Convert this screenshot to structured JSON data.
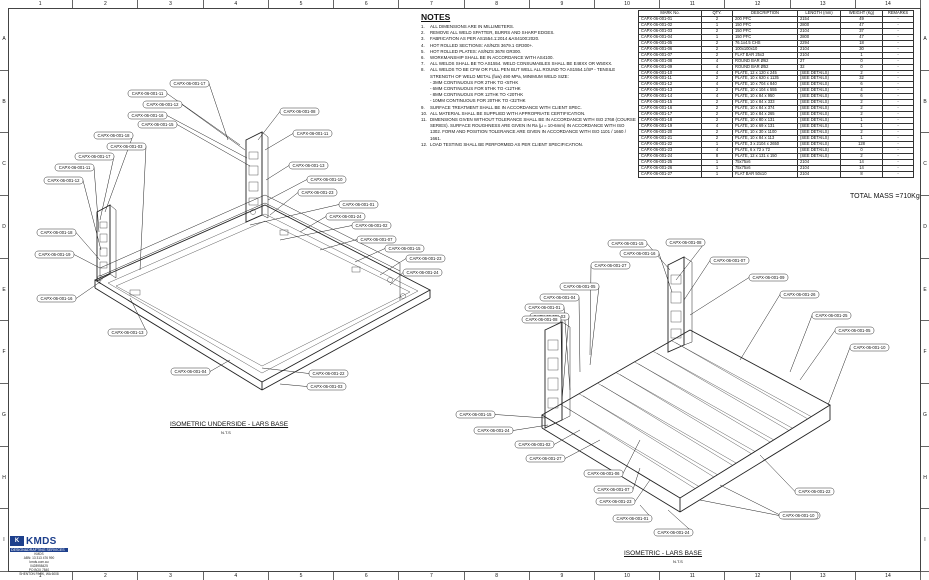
{
  "zones": {
    "cols": [
      "1",
      "2",
      "3",
      "4",
      "5",
      "6",
      "7",
      "8",
      "9",
      "10",
      "11",
      "12",
      "13",
      "14"
    ],
    "rows": [
      "A",
      "B",
      "C",
      "D",
      "E",
      "F",
      "G",
      "H",
      "I"
    ]
  },
  "notes": {
    "title": "NOTES",
    "items": [
      {
        "n": "1.",
        "t": "ALL DIMENSIONS ARE IN MILLIMETERS."
      },
      {
        "n": "2.",
        "t": "REMOVE ALL WELD SPATTER, BURRS AND SHARP EDGES."
      },
      {
        "n": "3.",
        "t": "FABRICATION AS PER AS1554.1:2014 &AS4100:2020."
      },
      {
        "n": "4.",
        "t": "HOT ROLLED SECTIONS: AS/NZS 3679.1 GR300+."
      },
      {
        "n": "5.",
        "t": "HOT ROLLED PLATES: AS/NZS 3678 GR300."
      },
      {
        "n": "6.",
        "t": "WORKMANSHIP SHALL BE IN ACCORDANCE WITH AS4100."
      },
      {
        "n": "7.",
        "t": "ALL WELDS SHALL BE TO AS1554. WELD CONSUMABLES SHALL BE E48XX OR W50XX."
      },
      {
        "n": "8.",
        "t": "ALL WELDS TO BE CFW OR FULL PEN BUT WELL ALL ROUND TO AS1554.1/SP - TENSILE STRENGTH OF WELD METAL (fuw) 490 MPa, MINIMUM WELD SIZE:"
      },
      {
        "n": "",
        "t": "- 3MM CONTINUOUS FOR 2THK TO <5THK"
      },
      {
        "n": "",
        "t": "- 6MM CONTINUOUS FOR 5THK TO <12THK"
      },
      {
        "n": "",
        "t": "- 8MM CONTINUOUS FOR 12THK TO <20THK"
      },
      {
        "n": "",
        "t": "- 10MM CONTINUOUS FOR 20THK TO <32THK"
      },
      {
        "n": "9.",
        "t": "SURFACE TREATMENT SHALL BE IN ACCORDANCE WITH CLIENT SPEC."
      },
      {
        "n": "10.",
        "t": "ALL MATERIAL SHALL BE SUPPLIED WITH APPROPRIATE CERTIFICATION."
      },
      {
        "n": "11.",
        "t": "DIMENSIONS GIVEN WITHOUT TOLERANCE SHALL BE IN ACCORDANCE WITH ISO 2768 (COURSE SERIES). SURFACE ROUGHNESS ARE GIVEN IN Ra (µ = 10-6mm) IN ACCORDANCE WITH ISO 1302. FORM AND POSITION TOLERANCE ARE GIVEN IN ACCORDANCE WITH ISO 1101 / 1660 / 1661."
      },
      {
        "n": "12.",
        "t": "LOAD TESTING SHALL BE PERFORMED AS PER CLIENT SPECIFICATION."
      }
    ]
  },
  "bom": {
    "headers": [
      "MARK No.",
      "QTY.",
      "DESCRIPTION",
      "LENGTH (mm)",
      "WEIGHT (Kg)",
      "REMARKS"
    ],
    "rows": [
      [
        "CAPX-06-001-01",
        "2",
        "200 PFC",
        "2154",
        "49",
        "-"
      ],
      [
        "CAPX-06-001-02",
        "1",
        "150 PFC",
        "2800",
        "47",
        "-"
      ],
      [
        "CAPX-06-001-03",
        "2",
        "150 PFC",
        "2104",
        "37",
        "-"
      ],
      [
        "CAPX-06-001-04",
        "1",
        "150 PFC",
        "2800",
        "47",
        "-"
      ],
      [
        "CAPX-06-001-05",
        "2",
        "76.1x4.5 CHS",
        "2294",
        "18",
        "-"
      ],
      [
        "CAPX-06-001-06",
        "2",
        "100x100x10",
        "2104",
        "30",
        "-"
      ],
      [
        "CAPX-06-001-07",
        "2",
        "FLAT BAR 25x3",
        "2104",
        "1",
        "-"
      ],
      [
        "CAPX-06-001-08",
        "4",
        "ROUND BAR Ø62",
        "27",
        "0",
        "-"
      ],
      [
        "CAPX-06-001-09",
        "4",
        "ROUND BAR Ø52",
        "32",
        "0",
        "-"
      ],
      [
        "CAPX-06-001-10",
        "4",
        "PLATE, 12 x 120 x 245",
        "(SEE DETAILS)",
        "2",
        "-"
      ],
      [
        "CAPX-06-001-11",
        "2",
        "PLATE, 10 x 620 x 1135",
        "(SEE DETAILS)",
        "32",
        "-"
      ],
      [
        "CAPX-06-001-12",
        "4",
        "PLATE, 10 x 704 x 840",
        "(SEE DETAILS)",
        "6",
        "-"
      ],
      [
        "CAPX-06-001-13",
        "2",
        "PLATE, 10 x 104 x 555",
        "(SEE DETAILS)",
        "4",
        "-"
      ],
      [
        "CAPX-06-001-14",
        "4",
        "PLATE, 10 x 84 x 950",
        "(SEE DETAILS)",
        "6",
        "-"
      ],
      [
        "CAPX-06-001-15",
        "2",
        "PLATE, 10 x 84 x 333",
        "(SEE DETAILS)",
        "2",
        "-"
      ],
      [
        "CAPX-06-001-16",
        "2",
        "PLATE, 10 x 84 x 374",
        "(SEE DETAILS)",
        "2",
        "-"
      ],
      [
        "CAPX-06-001-17",
        "2",
        "PLATE, 10 x 84 x 265",
        "(SEE DETAILS)",
        "2",
        "-"
      ],
      [
        "CAPX-06-001-18",
        "2",
        "PLATE, 10 x 80 x 131",
        "(SEE DETAILS)",
        "1",
        "-"
      ],
      [
        "CAPX-06-001-19",
        "4",
        "PLATE, 10 x 69 x 131",
        "(SEE DETAILS)",
        "1",
        "-"
      ],
      [
        "CAPX-06-001-20",
        "2",
        "PLATE, 10 x 30 x 1100",
        "(SEE DETAILS)",
        "2",
        "-"
      ],
      [
        "CAPX-06-001-21",
        "2",
        "PLATE, 10 x 84 x 113",
        "(SEE DETAILS)",
        "1",
        "-"
      ],
      [
        "CAPX-06-001-22",
        "1",
        "PLATE, 3 x 2104 x 2650",
        "(SEE DETAILS)",
        "128",
        "-"
      ],
      [
        "CAPX-06-001-23",
        "4",
        "PLATE, 6 x 72 x 72",
        "(SEE DETAILS)",
        "0",
        "-"
      ],
      [
        "CAPX-06-001-24",
        "8",
        "PLATE, 12 x 131 x 150",
        "(SEE DETAILS)",
        "2",
        "-"
      ],
      [
        "CAPX-06-001-25",
        "1",
        "75x75x6",
        "2104",
        "14",
        "-"
      ],
      [
        "CAPX-06-001-26",
        "1",
        "75x75x6",
        "2104",
        "14",
        "-"
      ],
      [
        "CAPX-06-001-27",
        "1",
        "FLAT BAR 50x10",
        "2104",
        "8",
        "-"
      ]
    ]
  },
  "total_mass": "TOTAL MASS =710Kg",
  "view1": {
    "title": "ISOMETRIC UNDERSIDE - LARS BASE",
    "scale": "N.T.S",
    "callouts": [
      "CAPX-06-001-17",
      "CAPX-06-001-11",
      "CAPX-06-001-12",
      "CAPX-06-001-16",
      "CAPX-06-001-15",
      "CAPX-06-001-18",
      "CAPX-06-001-03",
      "CAPX-06-001-17",
      "CAPX-06-001-11",
      "CAPX-06-001-12",
      "CAPX-06-001-08",
      "CAPX-06-001-11",
      "CAPX-06-001-13",
      "CAPX-06-001-10",
      "CAPX-06-001-23",
      "CAPX-06-001-01",
      "CAPX-06-001-24",
      "CAPX-06-001-02",
      "CAPX-06-001-07",
      "CAPX-06-001-15",
      "CAPX-06-001-23",
      "CAPX-06-001-24",
      "CAPX-06-001-18",
      "CAPX-06-001-19",
      "CAPX-06-001-16",
      "CAPX-06-001-13",
      "CAPX-06-001-04",
      "CAPX-06-001-22",
      "CAPX-06-001-03"
    ]
  },
  "view2": {
    "title": "ISOMETRIC - LARS BASE",
    "scale": "N.T.S",
    "callouts": [
      "CAPX-06-001-15",
      "CAPX-06-001-08",
      "CAPX-06-001-16",
      "CAPX-06-001-07",
      "CAPX-06-001-27",
      "CAPX-06-001-09",
      "CAPX-06-001-05",
      "CAPX-06-001-26",
      "CAPX-06-001-04",
      "CAPX-06-001-25",
      "CAPX-06-001-01",
      "CAPX-06-001-03",
      "CAPX-06-001-05",
      "CAPX-06-001-08",
      "CAPX-06-001-10",
      "CAPX-06-001-15",
      "CAPX-06-001-24",
      "CAPX-06-001-02",
      "CAPX-06-001-27",
      "CAPX-06-001-06",
      "CAPX-06-001-07",
      "CAPX-06-001-23",
      "CAPX-06-001-22",
      "CAPX-06-001-20",
      "CAPX-06-001-10",
      "CAPX-06-001-01",
      "CAPX-06-001-24"
    ]
  },
  "titleblock": {
    "logo_mark": "K",
    "company": "KMDS",
    "tagline": "DESIGN&DRAFTING SERVICES",
    "lines": [
      "KMDS",
      "ABN: 13 313 476 990",
      "kmds.com.au",
      "0428958425",
      "PO BOX 7840",
      "SHENTON PARK, WA 6008"
    ]
  }
}
